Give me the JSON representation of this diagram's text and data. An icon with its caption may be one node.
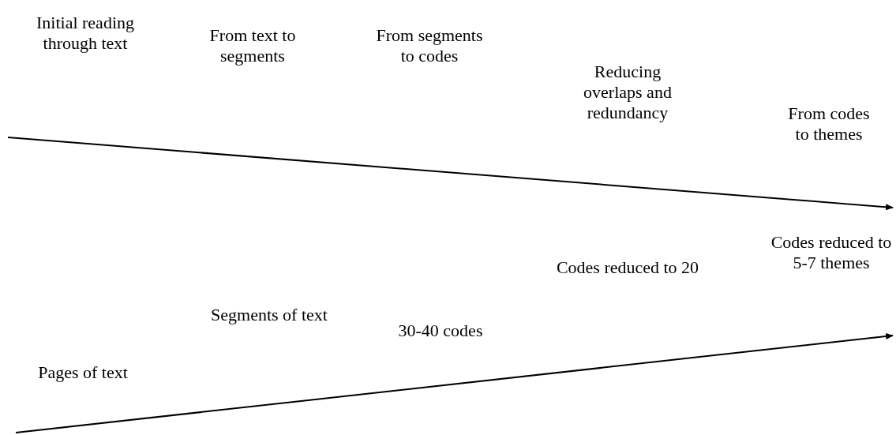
{
  "diagram": {
    "labels": [
      "Initial reading through text",
      "From text to segments",
      "From segments to codes",
      "Reducing overlaps and redundancy",
      "From codes to themes",
      "Codes reduced to 5-7 themes",
      "Codes reduced to 20",
      "Segments of text",
      "30-40 codes",
      "Pages of text"
    ]
  }
}
